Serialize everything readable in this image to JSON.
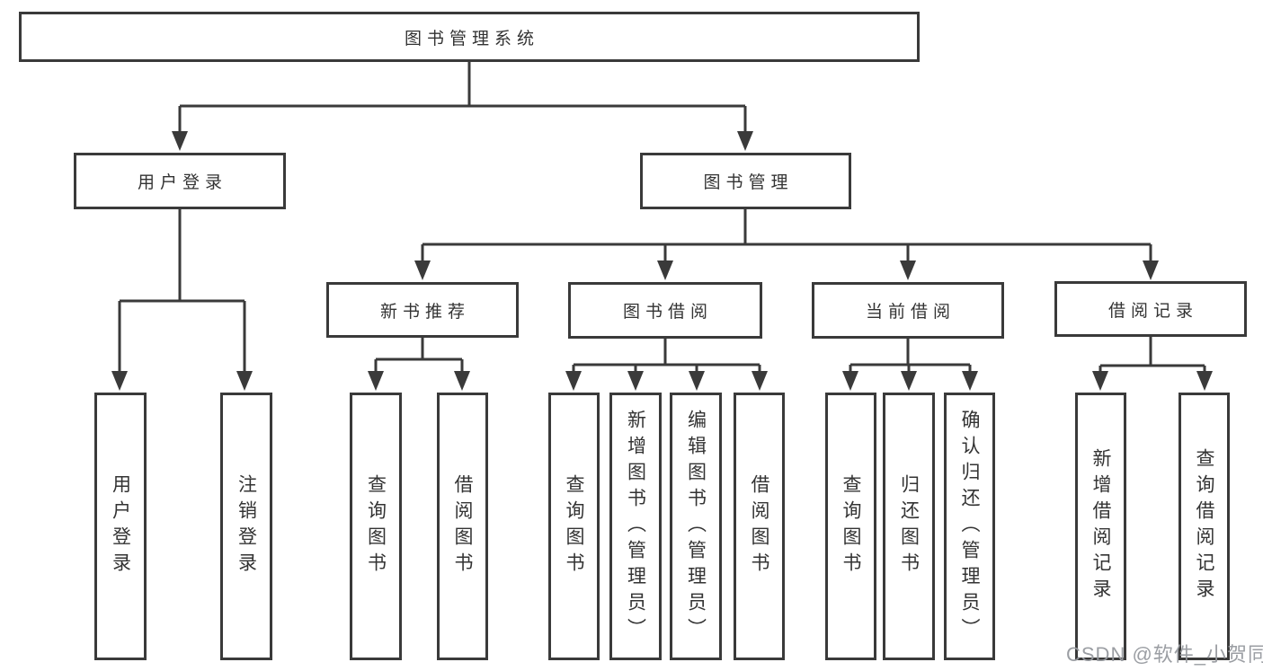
{
  "diagram_title": "图书管理系统",
  "watermark": "CSDN @软件_小贺同学",
  "colors": {
    "line": "#3a3a3a",
    "box_border": "#3a3a3a",
    "box_background": "#ffffff",
    "text": "#333333",
    "watermark": "#96999e"
  },
  "nodes": {
    "root": "图书管理系统",
    "user_login": "用户登录",
    "book_mgmt": "图书管理",
    "new_book_rec": "新书推荐",
    "book_borrow": "图书借阅",
    "current_borrow": "当前借阅",
    "borrow_record": "借阅记录",
    "leaf_user_login": "用户登录",
    "leaf_logout": "注销登录",
    "leaf_nr_query": "查询图书",
    "leaf_nr_borrow": "借阅图书",
    "leaf_bb_query": "查询图书",
    "leaf_bb_add": "新增图书（管理员）",
    "leaf_bb_edit": "编辑图书（管理员）",
    "leaf_bb_borrow": "借阅图书",
    "leaf_cb_query": "查询图书",
    "leaf_cb_return": "归还图书",
    "leaf_cb_confirm": "确认归还（管理员）",
    "leaf_br_add": "新增借阅记录",
    "leaf_br_query": "查询借阅记录"
  },
  "tree": {
    "图书管理系统": {
      "用户登录": [
        "用户登录",
        "注销登录"
      ],
      "图书管理": {
        "新书推荐": [
          "查询图书",
          "借阅图书"
        ],
        "图书借阅": [
          "查询图书",
          "新增图书（管理员）",
          "编辑图书（管理员）",
          "借阅图书"
        ],
        "当前借阅": [
          "查询图书",
          "归还图书",
          "确认归还（管理员）"
        ],
        "借阅记录": [
          "新增借阅记录",
          "查询借阅记录"
        ]
      }
    }
  }
}
